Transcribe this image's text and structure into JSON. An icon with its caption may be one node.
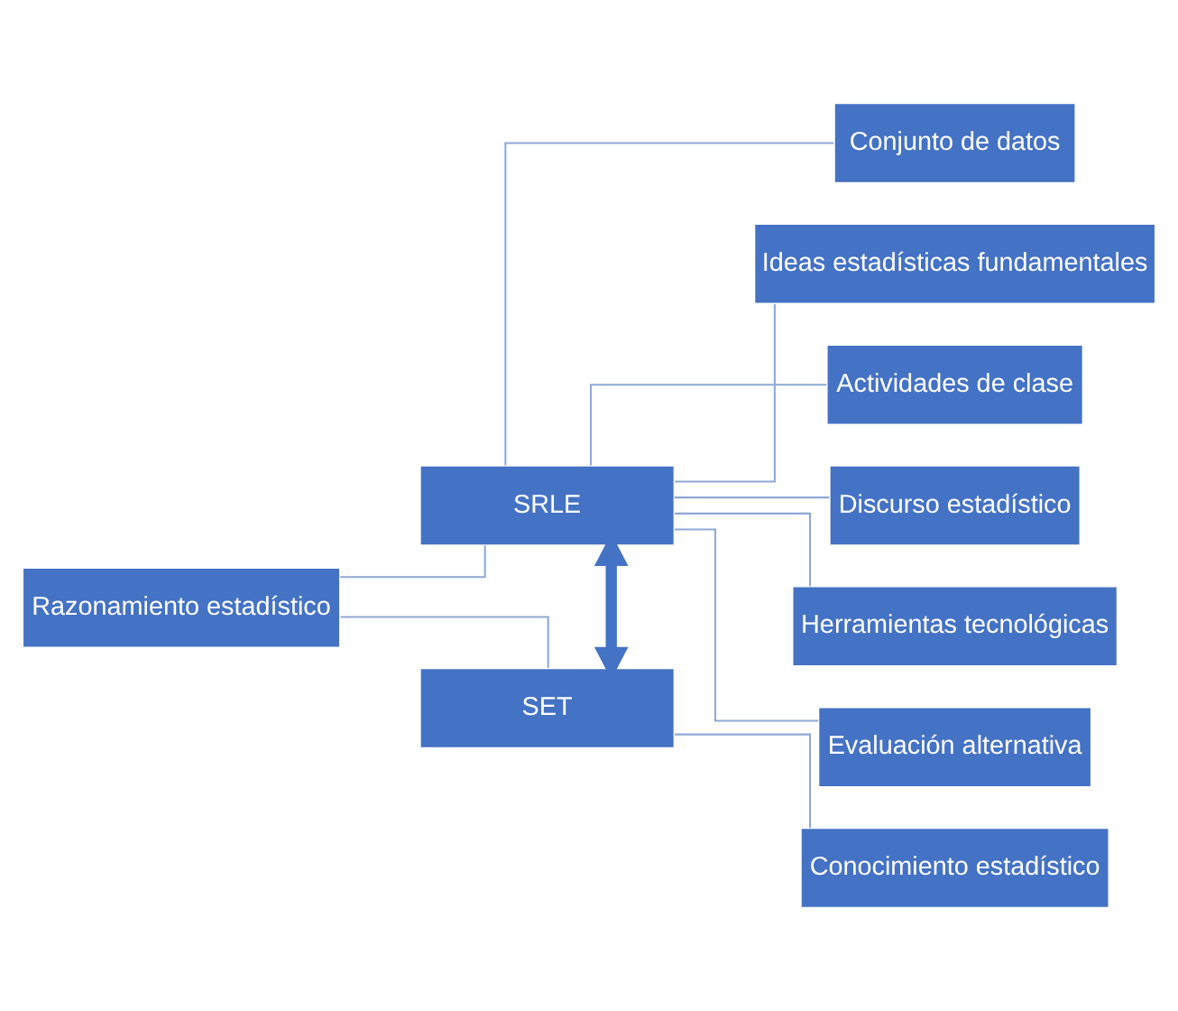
{
  "diagram": {
    "nodes": [
      {
        "text": [
          "Razonamiento estadístico"
        ]
      },
      {
        "text": [
          "SRLE"
        ]
      },
      {
        "text": [
          "SET"
        ]
      },
      {
        "text": [
          "Conjunto de datos"
        ]
      },
      {
        "text": [
          "Ideas estadísticas fundamentales"
        ]
      },
      {
        "text": [
          "Actividades de clase"
        ]
      },
      {
        "text": [
          "Discurso estadístico"
        ]
      },
      {
        "text": [
          "Herramientas tecnológicas"
        ]
      },
      {
        "text": [
          "Evaluación alternativa"
        ]
      },
      {
        "text": [
          "Conocimiento estadístico"
        ]
      }
    ],
    "edges": [
      {
        "from": 0,
        "to": 1,
        "arrow": "none"
      },
      {
        "from": 0,
        "to": 2,
        "arrow": "none"
      },
      {
        "from": 1,
        "to": 3,
        "arrow": "none"
      },
      {
        "from": 1,
        "to": 4,
        "arrow": "none"
      },
      {
        "from": 1,
        "to": 5,
        "arrow": "none"
      },
      {
        "from": 1,
        "to": 6,
        "arrow": "none"
      },
      {
        "from": 1,
        "to": 7,
        "arrow": "none"
      },
      {
        "from": 1,
        "to": 8,
        "arrow": "none"
      },
      {
        "from": 2,
        "to": 9,
        "arrow": "none"
      },
      {
        "from": 1,
        "to": 2,
        "arrow": "both",
        "style": "thick",
        "color": "#4472c4"
      }
    ]
  }
}
